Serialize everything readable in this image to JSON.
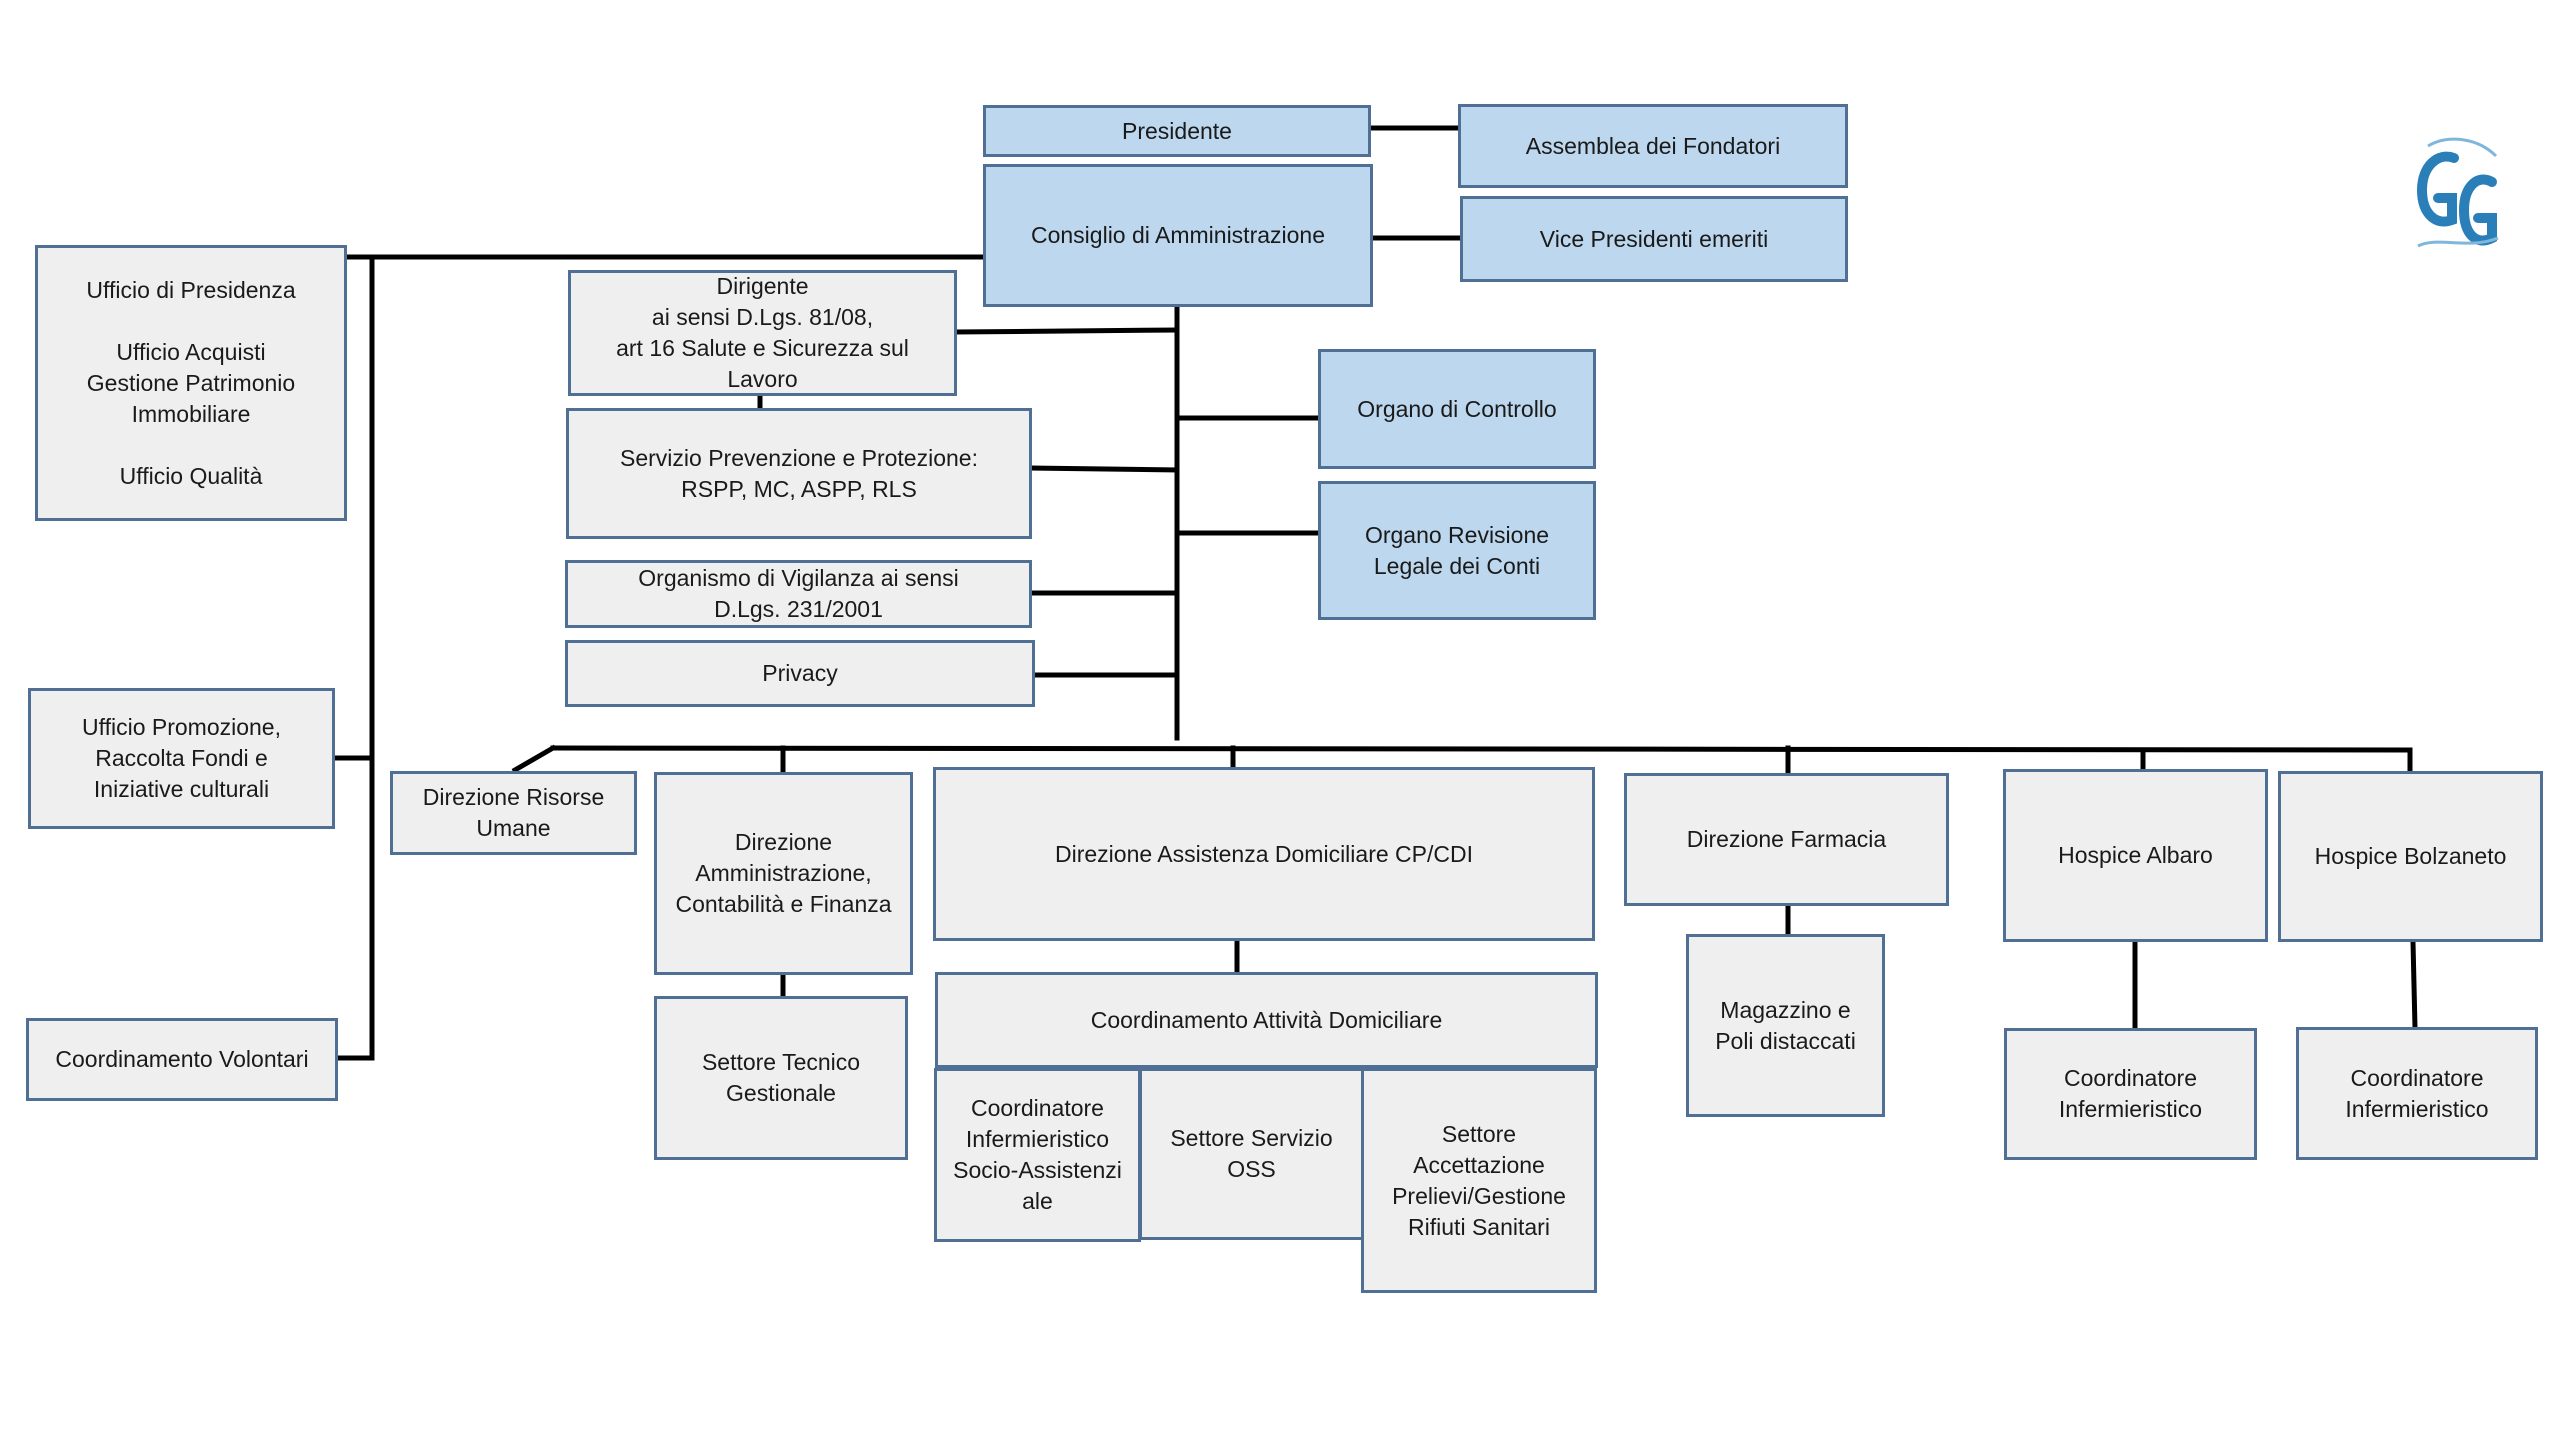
{
  "org_chart": {
    "presidente": "Presidente",
    "assemblea": "Assemblea dei Fondatori",
    "consiglio": "Consiglio di Amministrazione",
    "vice_presidenti": "Vice Presidenti emeriti",
    "ufficio_presidenza": "Ufficio di Presidenza\n\nUfficio Acquisti\nGestione Patrimonio\nImmobiliare\n\nUfficio Qualità",
    "dirigente": "Dirigente\nai sensi D.Lgs. 81/08,\nart 16 Salute e Sicurezza sul\nLavoro",
    "servizio_prevenzione": "Servizio Prevenzione e Protezione:\nRSPP, MC, ASPP, RLS",
    "organismo_vigilanza": "Organismo di Vigilanza ai sensi\nD.Lgs. 231/2001",
    "privacy": "Privacy",
    "organo_controllo": "Organo di Controllo",
    "organo_revisione": "Organo Revisione\nLegale dei Conti",
    "ufficio_promozione": "Ufficio Promozione,\nRaccolta Fondi e\nIniziative culturali",
    "coordinamento_volontari": "Coordinamento Volontari",
    "direzione_risorse_umane": "Direzione Risorse\nUmane",
    "direzione_amministrazione": "Direzione\nAmministrazione,\nContabilità e Finanza",
    "settore_tecnico": "Settore Tecnico\nGestionale",
    "direzione_assistenza": "Direzione Assistenza Domiciliare CP/CDI",
    "coordinamento_attivita": "Coordinamento Attività Domiciliare",
    "coordinatore_socio": "Coordinatore\nInfermieristico\nSocio-Assistenzi\nale",
    "settore_oss": "Settore Servizio\nOSS",
    "settore_accettazione": "Settore\nAccettazione\nPrelievi/Gestione\nRifiuti Sanitari",
    "direzione_farmacia": "Direzione Farmacia",
    "magazzino": "Magazzino e\nPoli distaccati",
    "hospice_albaro": "Hospice Albaro",
    "hospice_bolzaneto": "Hospice Bolzaneto",
    "coordinatore_albaro": "Coordinatore\nInfermieristico",
    "coordinatore_bolzaneto": "Coordinatore\nInfermieristico"
  },
  "colors": {
    "box_blue": "#bdd7ee",
    "box_gray": "#efefef",
    "border": "#4f6f94",
    "connector": "#000000",
    "logo": "#2b7fb8"
  },
  "logo_icon": "gg-logo-icon"
}
